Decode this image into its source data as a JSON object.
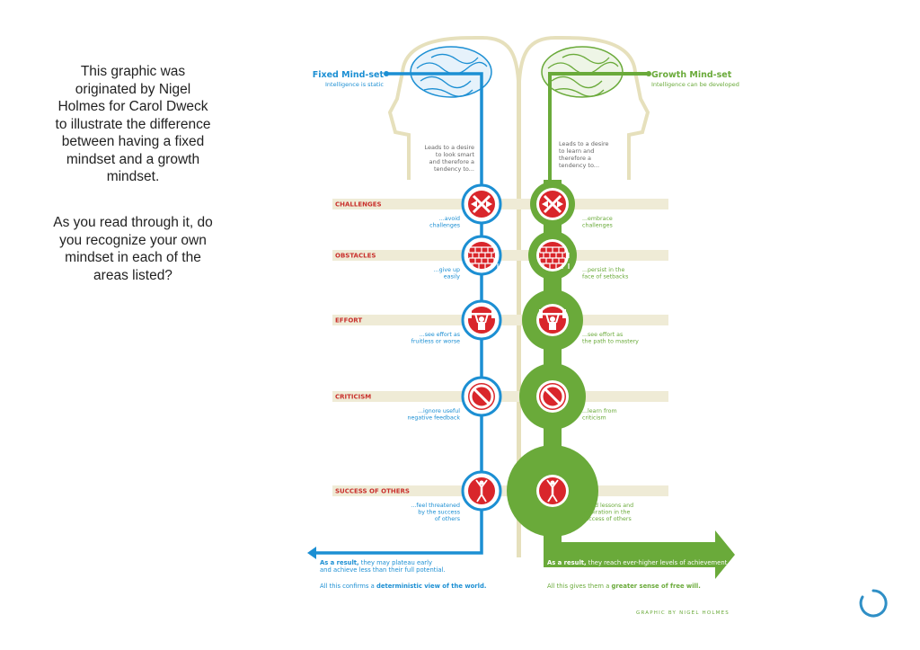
{
  "side_panel": {
    "intro": "This graphic was originated by Nigel Holmes for Carol Dweck to illustrate the difference between having a fixed mindset and a growth mindset.",
    "question": "As you read through it, do you recognize your own mindset in each of the areas listed?"
  },
  "diagram": {
    "fixed": {
      "title": "Fixed Mind-set",
      "subtitle": "Intelligence is static",
      "desire": [
        "Leads to a desire",
        "to look smart",
        "and therefore a",
        "tendency to..."
      ],
      "result_bold": "As a result,",
      "result_rest": " they may plateau early",
      "result_line2": "and achieve less than their full potential.",
      "confirm_plain": "All this confirms a ",
      "confirm_bold": "deterministic view of the world."
    },
    "growth": {
      "title": "Growth Mind-set",
      "subtitle": "Intelligence can be developed",
      "desire": [
        "Leads to a desire",
        "to learn and",
        "therefore a",
        "tendency to..."
      ],
      "result_bold": "As a result,",
      "result_rest": " they reach ever-higher levels of achievement.",
      "confirm_plain": "All this gives them a ",
      "confirm_bold": "greater sense of free will."
    },
    "areas": [
      {
        "label": "CHALLENGES",
        "fixed": [
          "...avoid",
          "challenges"
        ],
        "growth": [
          "...embrace",
          "challenges"
        ]
      },
      {
        "label": "OBSTACLES",
        "fixed": [
          "...give up",
          "easily"
        ],
        "growth": [
          "...persist in the",
          "face of setbacks"
        ]
      },
      {
        "label": "EFFORT",
        "fixed": [
          "...see effort as",
          "fruitless or worse"
        ],
        "growth": [
          "...see effort as",
          "the path to mastery"
        ]
      },
      {
        "label": "CRITICISM",
        "fixed": [
          "...ignore useful",
          "negative feedback"
        ],
        "growth": [
          "...learn from",
          "criticism"
        ]
      },
      {
        "label": "SUCCESS OF OTHERS",
        "fixed": [
          "...feel threatened",
          "by the success",
          "of others"
        ],
        "growth": [
          "...find lessons and",
          "inspiration in the",
          "success of others"
        ]
      }
    ],
    "credit": "GRAPHIC BY NIGEL HOLMES",
    "colors": {
      "fixed": "#1c8fd3",
      "growth": "#6aaa3a",
      "red": "#d9262b",
      "bar": "#efebd6",
      "head": "#e6e0bc",
      "label": "#c9302c",
      "text": "#666666"
    }
  }
}
